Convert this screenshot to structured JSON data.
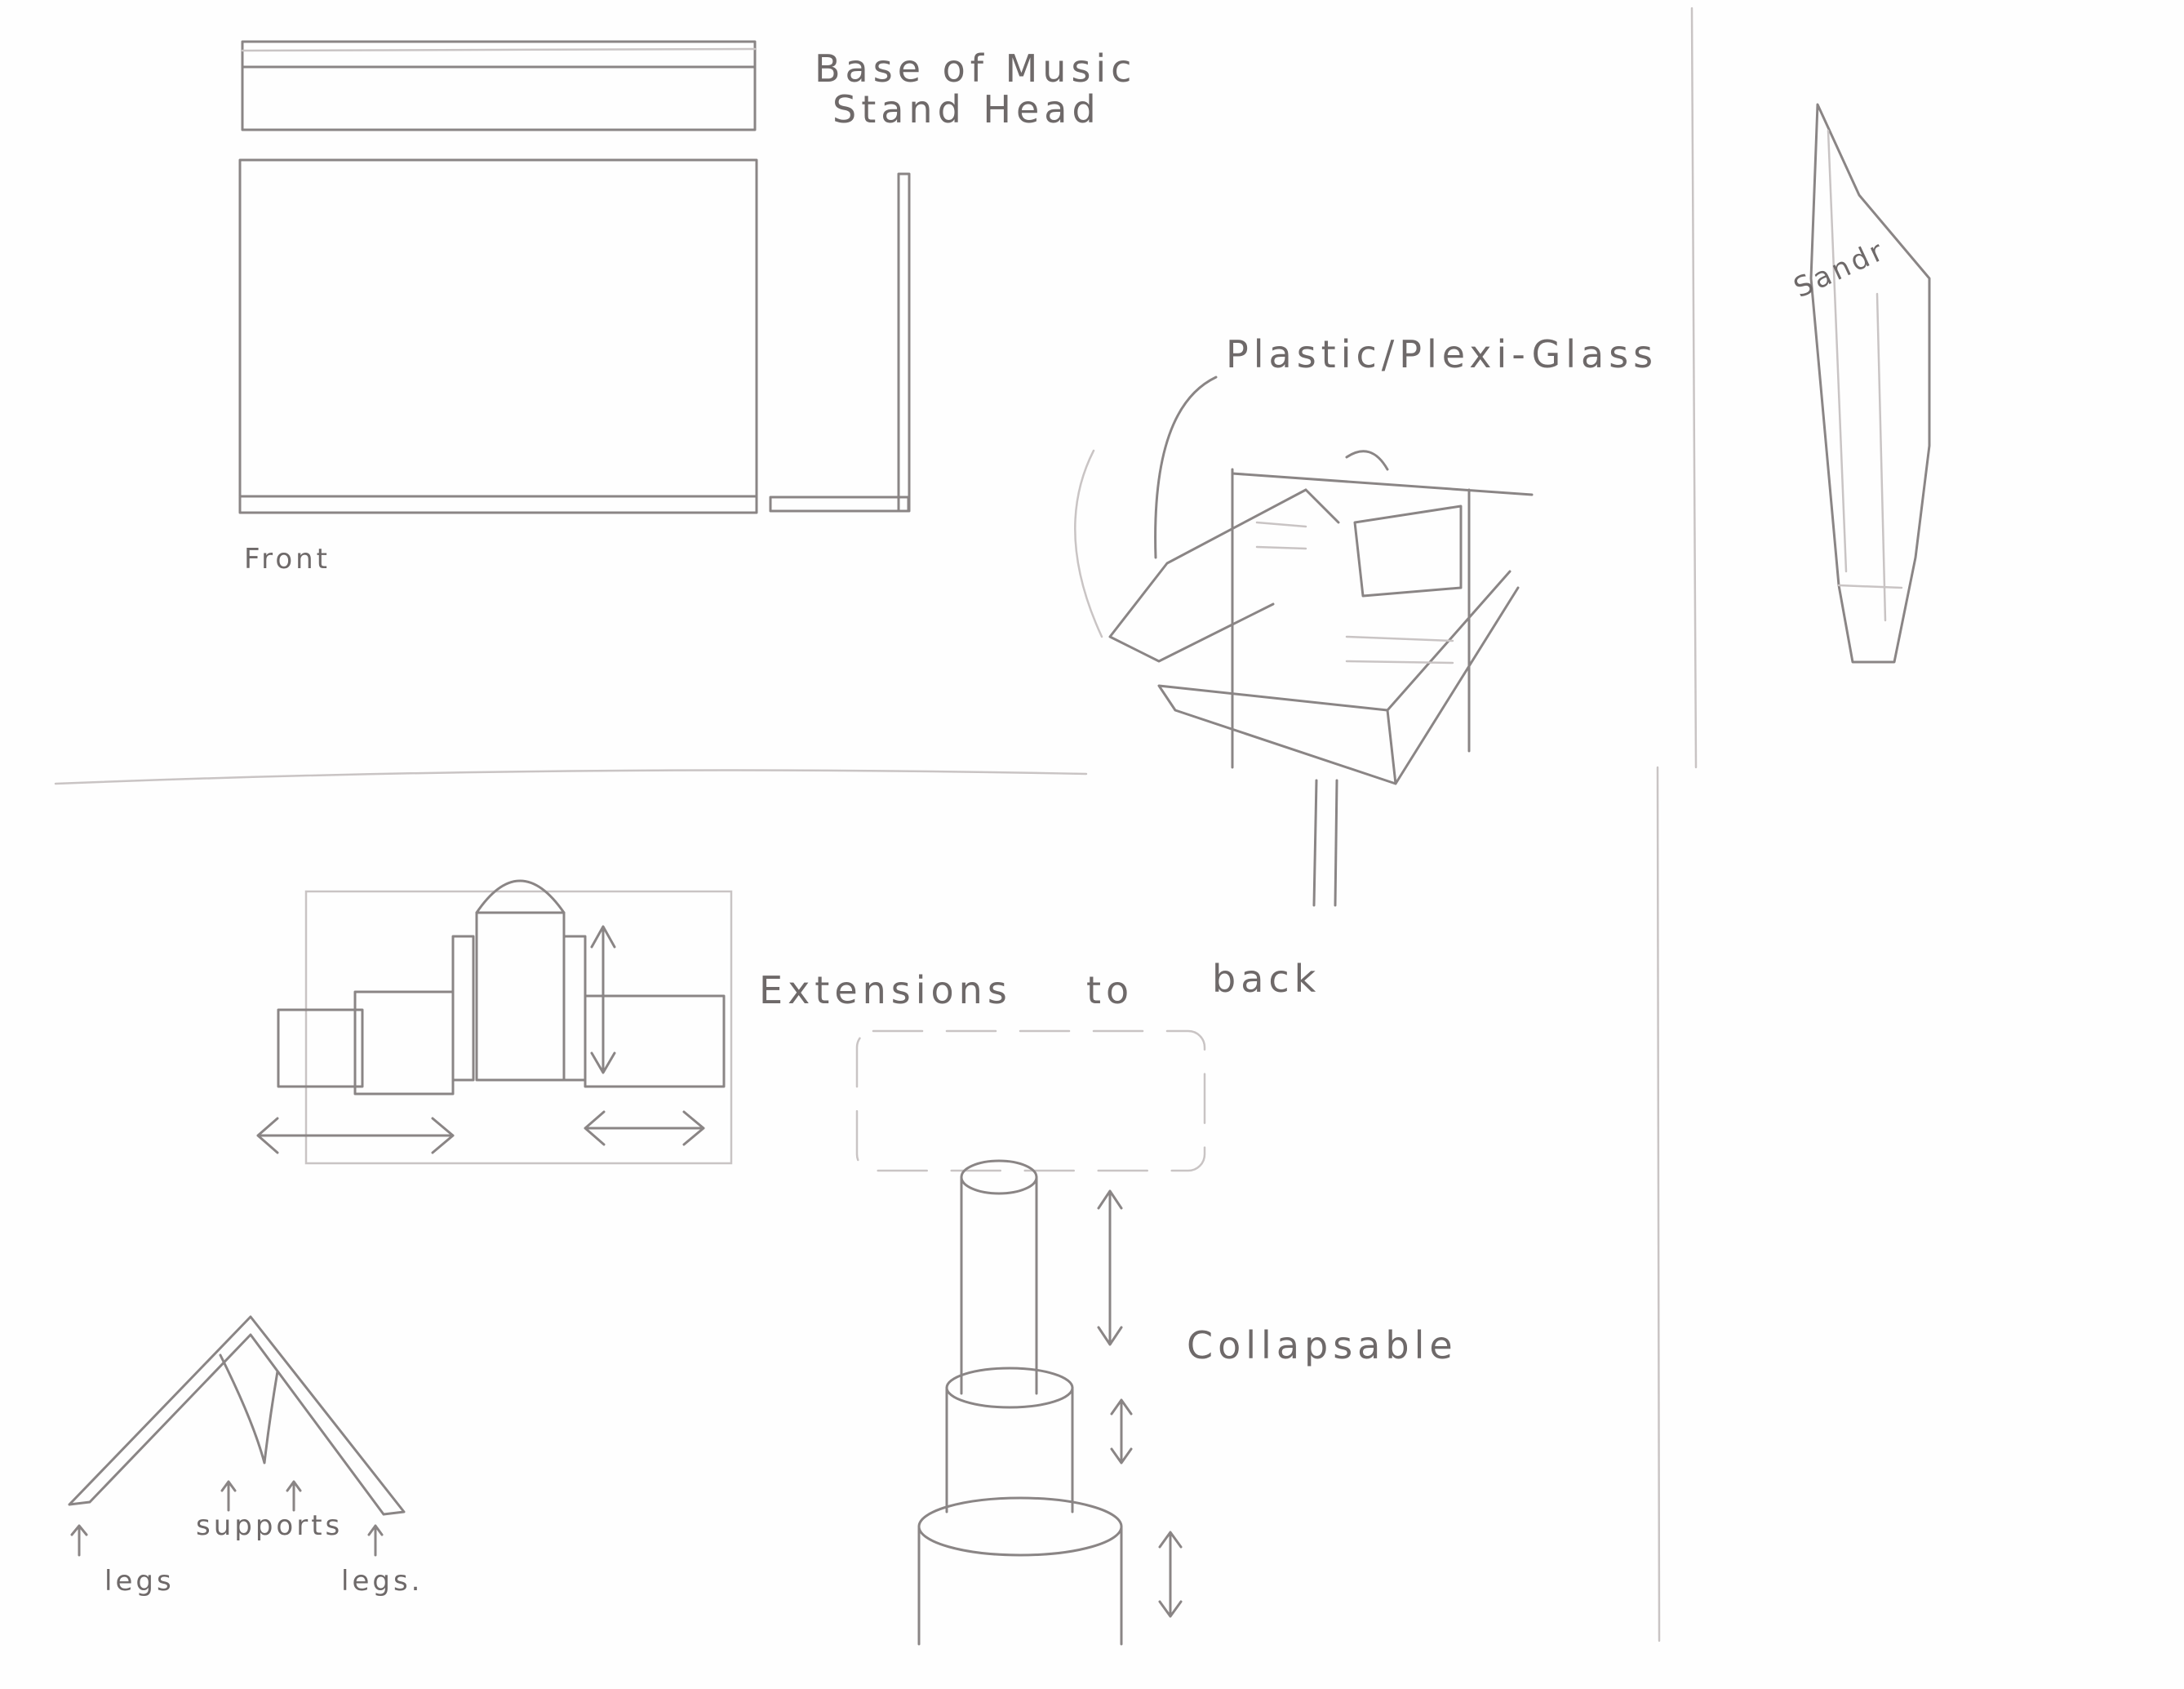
{
  "labels": {
    "base_line1": "Base of Music",
    "base_line2": "Stand Head",
    "front": "Front",
    "plastic": "Plastic/Plexi-Glass",
    "sand": "Sandr",
    "extensions": "Extensions",
    "to": "to",
    "back": "back",
    "collapsable": "Collapsable",
    "legs_left": "legs",
    "supports": "supports",
    "legs_right": "legs."
  },
  "colors": {
    "pencil": "#8a8585",
    "paper": "#fefefe"
  }
}
